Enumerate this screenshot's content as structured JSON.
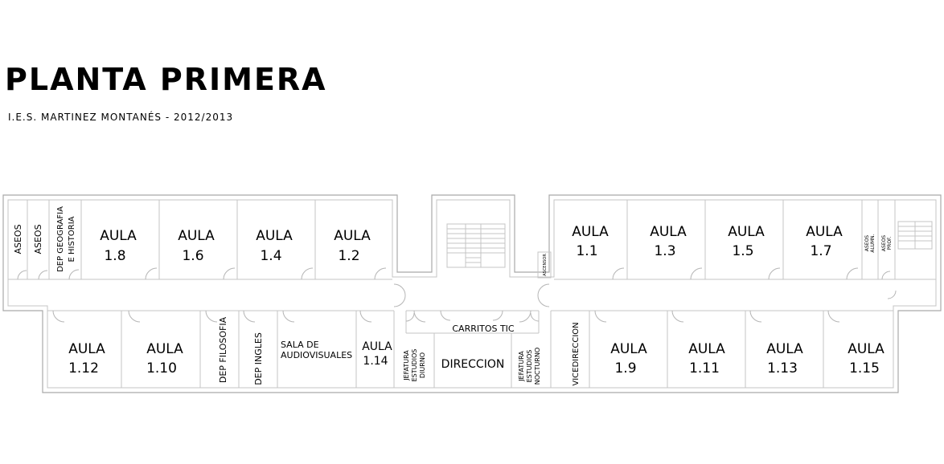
{
  "title": "PLANTA PRIMERA",
  "subtitle": "I.E.S. MARTINEZ MONTANÉS - 2012/2013",
  "rooms": {
    "aseos_1": "ASEOS",
    "aseos_2": "ASEOS",
    "dep_geografia_1": "DEP GEOGRAFIA",
    "dep_geografia_2": "E HISTORIA",
    "aula_18": [
      "AULA",
      "1.8"
    ],
    "aula_16": [
      "AULA",
      "1.6"
    ],
    "aula_14": [
      "AULA",
      "1.4"
    ],
    "aula_12": [
      "AULA",
      "1.2"
    ],
    "aula_11": [
      "AULA",
      "1.1"
    ],
    "aula_13": [
      "AULA",
      "1.3"
    ],
    "aula_15": [
      "AULA",
      "1.5"
    ],
    "aula_17": [
      "AULA",
      "1.7"
    ],
    "aula_112": [
      "AULA",
      "1.12"
    ],
    "aula_110": [
      "AULA",
      "1.10"
    ],
    "dep_filosofia": "DEP FILOSOFIA",
    "dep_ingles": "DEP INGLES",
    "sala_audiovisuales": [
      "SALA DE",
      "AUDIOVISUALES"
    ],
    "aula_114": [
      "AULA",
      "1.14"
    ],
    "jefatura_diurno": [
      "JEFATURA",
      "ESTUDIOS",
      "DIURNO"
    ],
    "carritos_tic": "CARRITOS TIC",
    "direccion": "DIRECCION",
    "jefatura_nocturno": [
      "JEFATURA",
      "ESTUDIOS",
      "NOCTURNO"
    ],
    "vicedireccion": "VICEDIRECCION",
    "aula_19": [
      "AULA",
      "1.9"
    ],
    "aula_111": [
      "AULA",
      "1.11"
    ],
    "aula_113": [
      "AULA",
      "1.13"
    ],
    "aula_115": [
      "AULA",
      "1.15"
    ],
    "ascensor": "ASCENSOR",
    "aseos_alumn": [
      "ASEOS",
      "ALUMN."
    ],
    "aseos_prof": [
      "ASEOS",
      "PROF."
    ]
  }
}
